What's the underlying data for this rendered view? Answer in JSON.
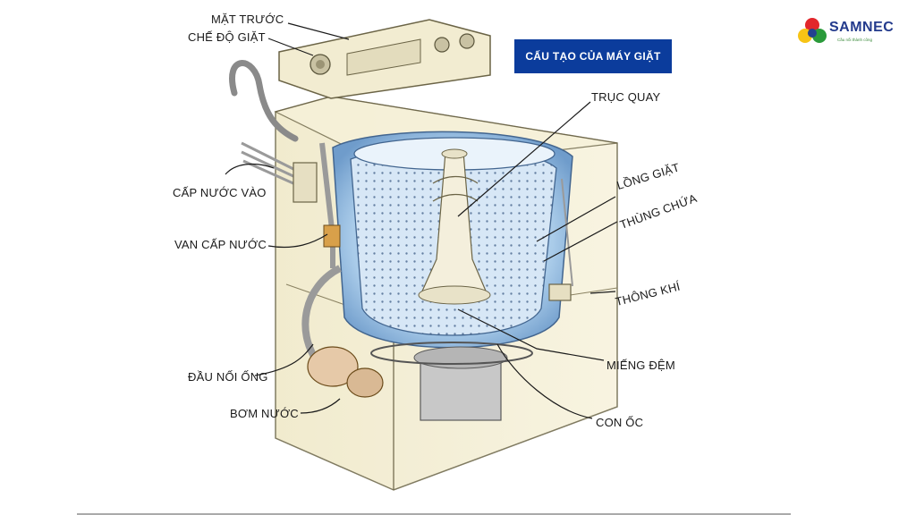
{
  "diagram": {
    "title": "CẤU TẠO CỦA MÁY GIẶT",
    "labels": {
      "mat_truoc": "MẶT TRƯỚC",
      "che_do_giat": "CHẾ ĐỘ GIẶT",
      "cap_nuoc_vao": "CẤP NƯỚC VÀO",
      "van_cap_nuoc": "VAN CẤP NƯỚC",
      "dau_noi_ong": "ĐẦU NỐI ỐNG",
      "bom_nuoc": "BƠM NƯỚC",
      "truc_quay": "TRỤC QUAY",
      "long_giat": "LỒNG GIẶT",
      "thung_chua": "THÙNG CHỨA",
      "thong_khi": "THÔNG KHÍ",
      "mieng_dem": "MIẾNG ĐỆM",
      "con_oc": "CON ỐC"
    }
  },
  "logo": {
    "name": "SAMNEC",
    "tagline": "Cầu nối thành công"
  },
  "colors": {
    "title_bg": "#0b3c9c",
    "logo_text": "#233a8c",
    "body": "#f3edcf",
    "tub": "#9ec4e6",
    "drum": "#cfe3f5"
  }
}
